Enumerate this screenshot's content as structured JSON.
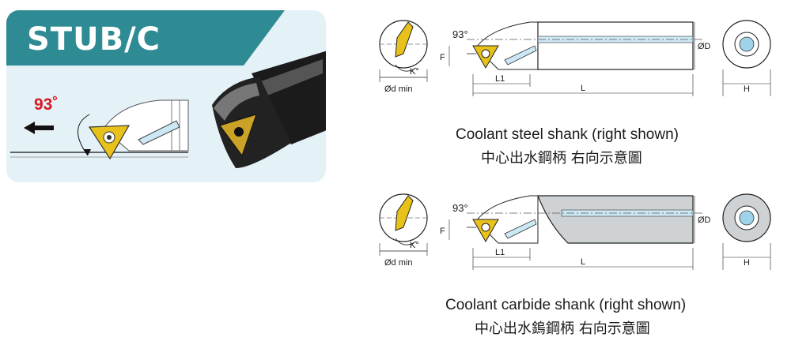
{
  "product": {
    "title": "STUB/C",
    "angle_label": "93˚"
  },
  "drawings": {
    "steel": {
      "angle": "93°",
      "labels": {
        "f": "F",
        "k": "K°",
        "d_min": "Ød min",
        "l1": "L1",
        "l": "L",
        "d": "ØD",
        "h": "H"
      },
      "caption_en": "Coolant steel shank (right shown)",
      "caption_zh": "中心出水鋼柄  右向示意圖"
    },
    "carbide": {
      "angle": "93°",
      "labels": {
        "f": "F",
        "k": "K°",
        "d_min": "Ød min",
        "l1": "L1",
        "l": "L",
        "d": "ØD",
        "h": "H"
      },
      "caption_en": "Coolant carbide shank (right shown)",
      "caption_zh": "中心出水鎢鋼柄  右向示意圖"
    }
  },
  "colors": {
    "teal": "#2e8a93",
    "card_bg": "#e4f1f6",
    "insert_gold": "#e8c11a",
    "angle_red": "#d71920",
    "coolant_blue": "#9fd3ea"
  }
}
